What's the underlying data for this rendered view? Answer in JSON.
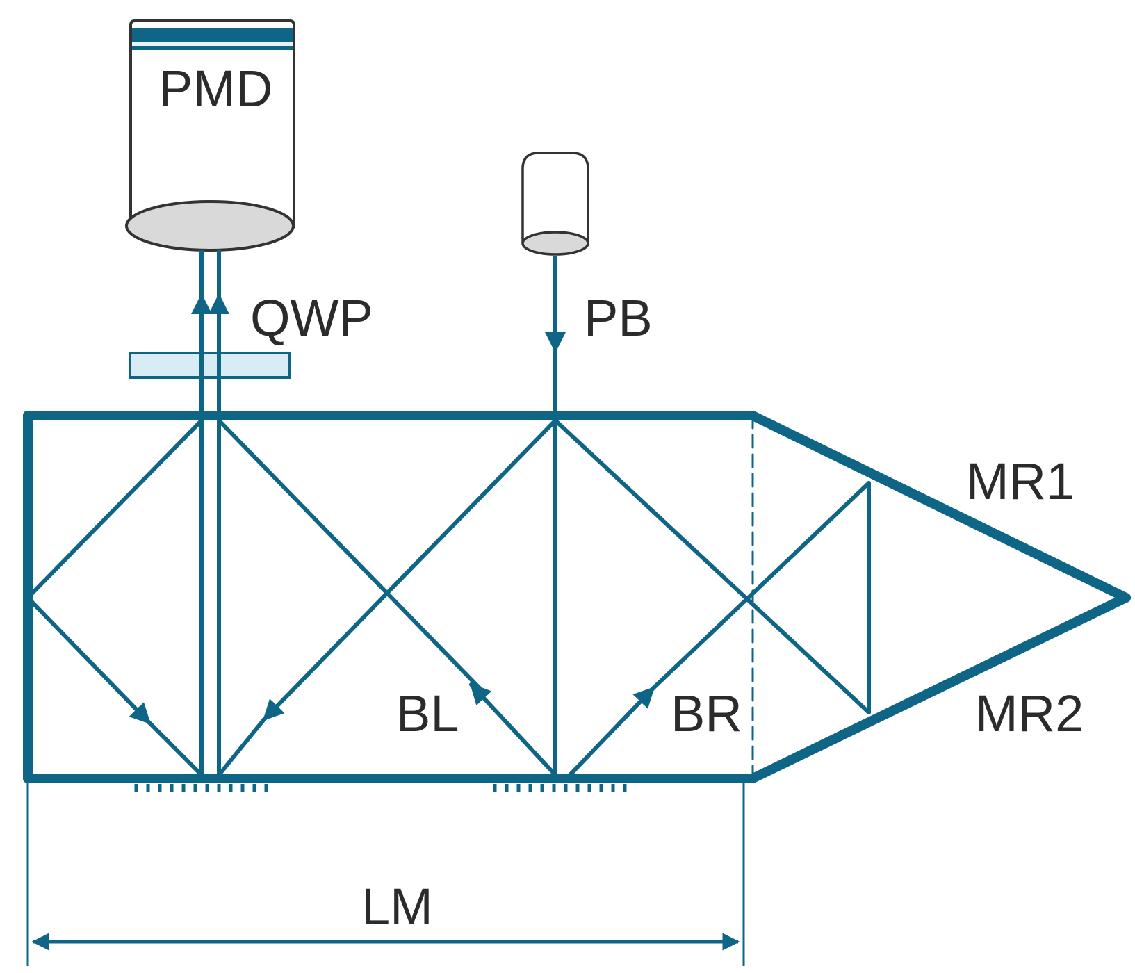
{
  "labels": {
    "pmd": "PMD",
    "qwp": "QWP",
    "pb": "PB",
    "mr1": "MR1",
    "mr2": "MR2",
    "bl": "BL",
    "br": "BR",
    "lm": "LM"
  },
  "colors": {
    "beam": "#0f6585",
    "text": "#2b2b2b",
    "outline": "#333333",
    "lens_fill": "#d9d9d9",
    "stripe_light": "#e6f3f8",
    "qwp_fill": "#d8ecf6"
  }
}
